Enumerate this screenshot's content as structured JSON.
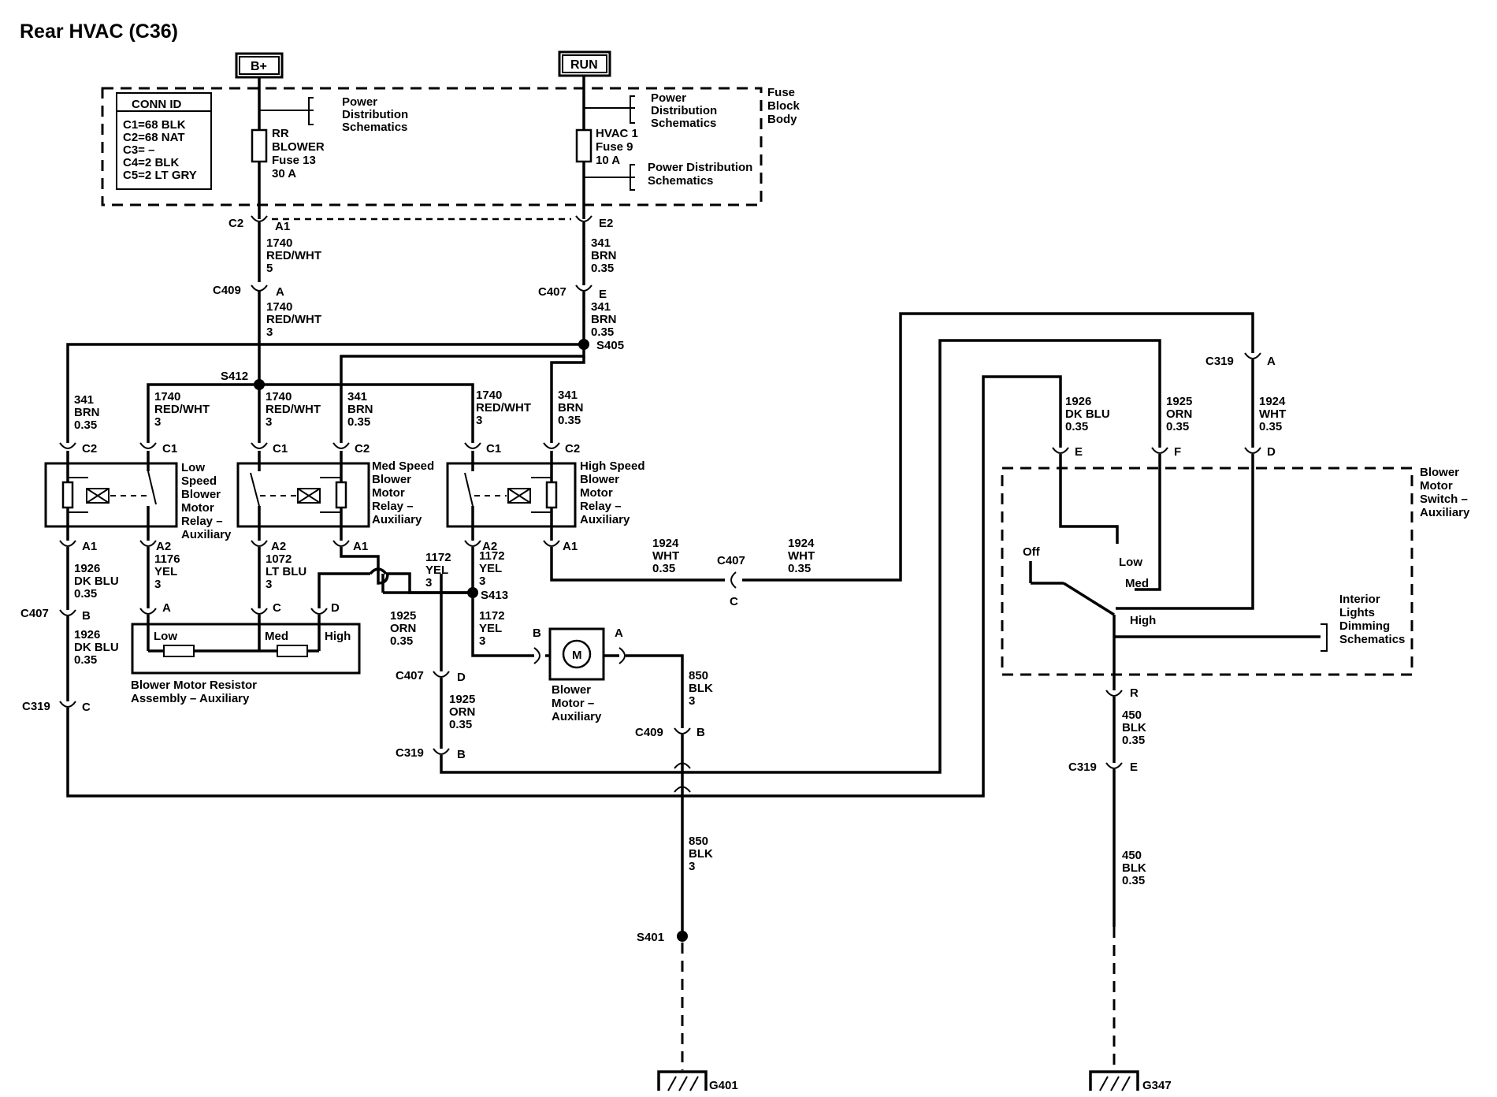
{
  "title": "Rear HVAC (C36)",
  "power": {
    "bplus": "B+",
    "run": "RUN"
  },
  "fuse_block": {
    "label": [
      "Fuse",
      "Block",
      "Body"
    ],
    "conn_id": {
      "header": "CONN ID",
      "rows": [
        "C1=68 BLK",
        "C2=68 NAT",
        "C3=  –",
        "C4=2 BLK",
        "C5=2 LT GRY"
      ]
    },
    "fuse13": [
      "RR",
      "BLOWER",
      "Fuse 13",
      "30 A"
    ],
    "fuse9": [
      "HVAC 1",
      "Fuse 9",
      "10 A"
    ],
    "pds_a": [
      "Power",
      "Distribution",
      "Schematics"
    ],
    "pds_b": [
      "Power",
      "Distribution",
      "Schematics"
    ],
    "pds_c": [
      "Power Distribution",
      "Schematics"
    ]
  },
  "connectors": {
    "c2": "C2",
    "a1": "A1",
    "e2": "E2",
    "c409": "C409",
    "c407": "C407",
    "c319": "C319",
    "pin_a": "A",
    "pin_b": "B",
    "pin_c": "C",
    "pin_d": "D",
    "pin_e": "E",
    "pin_f": "F",
    "pin_r": "R",
    "pin_c1": "C1",
    "pin_c2": "C2",
    "pin_a1": "A1",
    "pin_a2": "A2"
  },
  "splices": {
    "s405": "S405",
    "s412": "S412",
    "s413": "S413",
    "s401": "S401"
  },
  "wires": {
    "w1740_5": [
      "1740",
      "RED/WHT",
      "5"
    ],
    "w1740_3": [
      "1740",
      "RED/WHT",
      "3"
    ],
    "w341": [
      "341",
      "BRN",
      "0.35"
    ],
    "w1926": [
      "1926",
      "DK BLU",
      "0.35"
    ],
    "w1176": [
      "1176",
      "YEL",
      "3"
    ],
    "w1072": [
      "1072",
      "LT BLU",
      "3"
    ],
    "w1172": [
      "1172",
      "YEL",
      "3"
    ],
    "w1925": [
      "1925",
      "ORN",
      "0.35"
    ],
    "w1924": [
      "1924",
      "WHT",
      "0.35"
    ],
    "w850": [
      "850",
      "BLK",
      "3"
    ],
    "w450": [
      "450",
      "BLK",
      "0.35"
    ]
  },
  "components": {
    "low_relay": [
      "Low",
      "Speed",
      "Blower",
      "Motor",
      "Relay –",
      "Auxiliary"
    ],
    "med_relay": [
      "Med Speed",
      "Blower",
      "Motor",
      "Relay –",
      "Auxiliary"
    ],
    "high_relay": [
      "High Speed",
      "Blower",
      "Motor",
      "Relay –",
      "Auxiliary"
    ],
    "resistor": {
      "name": [
        "Blower Motor Resistor",
        "Assembly – Auxiliary"
      ],
      "low": "Low",
      "med": "Med",
      "high": "High"
    },
    "motor": {
      "symbol": "M",
      "name": [
        "Blower",
        "Motor –",
        "Auxiliary"
      ]
    },
    "switch": {
      "name": [
        "Blower",
        "Motor",
        "Switch –",
        "Auxiliary"
      ],
      "off": "Off",
      "low": "Low",
      "med": "Med",
      "high": "High"
    },
    "dimming": [
      "Interior",
      "Lights",
      "Dimming",
      "Schematics"
    ]
  },
  "grounds": {
    "g401": "G401",
    "g347": "G347"
  }
}
